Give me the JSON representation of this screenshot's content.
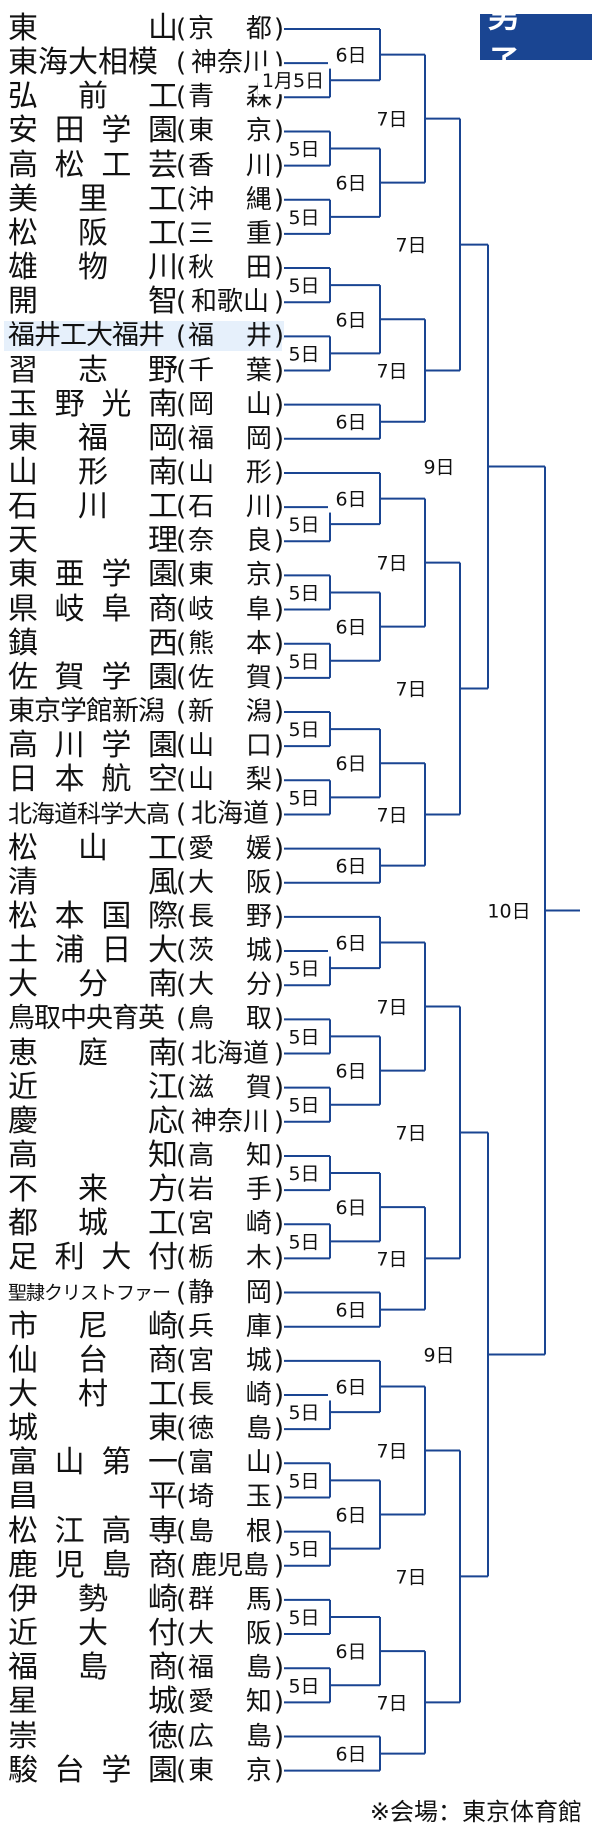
{
  "badge": "男 子",
  "footnote": "※会場：東京体育館",
  "colors": {
    "line": "#1a4592",
    "badge_bg": "#1a4592",
    "highlight": "#e6f0fb"
  },
  "teams": [
    {
      "name": [
        "東",
        "山"
      ],
      "pref": [
        "京",
        "都"
      ]
    },
    {
      "name": [
        "東海大相模"
      ],
      "pref": [
        "神奈川"
      ]
    },
    {
      "name": [
        "弘",
        "前",
        "工"
      ],
      "pref": [
        "青",
        "森"
      ]
    },
    {
      "name": [
        "安",
        "田",
        "学",
        "園"
      ],
      "pref": [
        "東",
        "京"
      ]
    },
    {
      "name": [
        "高",
        "松",
        "工",
        "芸"
      ],
      "pref": [
        "香",
        "川"
      ]
    },
    {
      "name": [
        "美",
        "里",
        "工"
      ],
      "pref": [
        "沖",
        "縄"
      ]
    },
    {
      "name": [
        "松",
        "阪",
        "工"
      ],
      "pref": [
        "三",
        "重"
      ]
    },
    {
      "name": [
        "雄",
        "物",
        "川"
      ],
      "pref": [
        "秋",
        "田"
      ]
    },
    {
      "name": [
        "開",
        "智"
      ],
      "pref": [
        "和歌山"
      ]
    },
    {
      "name": [
        "福井工大福井"
      ],
      "pref": [
        "福",
        "井"
      ],
      "highlight": true
    },
    {
      "name": [
        "習",
        "志",
        "野"
      ],
      "pref": [
        "千",
        "葉"
      ]
    },
    {
      "name": [
        "玉",
        "野",
        "光",
        "南"
      ],
      "pref": [
        "岡",
        "山"
      ]
    },
    {
      "name": [
        "東",
        "福",
        "岡"
      ],
      "pref": [
        "福",
        "岡"
      ]
    },
    {
      "name": [
        "山",
        "形",
        "南"
      ],
      "pref": [
        "山",
        "形"
      ]
    },
    {
      "name": [
        "石",
        "川",
        "工"
      ],
      "pref": [
        "石",
        "川"
      ]
    },
    {
      "name": [
        "天",
        "理"
      ],
      "pref": [
        "奈",
        "良"
      ]
    },
    {
      "name": [
        "東",
        "亜",
        "学",
        "園"
      ],
      "pref": [
        "東",
        "京"
      ]
    },
    {
      "name": [
        "県",
        "岐",
        "阜",
        "商"
      ],
      "pref": [
        "岐",
        "阜"
      ]
    },
    {
      "name": [
        "鎮",
        "西"
      ],
      "pref": [
        "熊",
        "本"
      ]
    },
    {
      "name": [
        "佐",
        "賀",
        "学",
        "園"
      ],
      "pref": [
        "佐",
        "賀"
      ]
    },
    {
      "name": [
        "東京学館新潟"
      ],
      "pref": [
        "新",
        "潟"
      ]
    },
    {
      "name": [
        "高",
        "川",
        "学",
        "園"
      ],
      "pref": [
        "山",
        "口"
      ]
    },
    {
      "name": [
        "日",
        "本",
        "航",
        "空"
      ],
      "pref": [
        "山",
        "梨"
      ]
    },
    {
      "name": [
        "北海道科学大高"
      ],
      "pref": [
        "北海道"
      ]
    },
    {
      "name": [
        "松",
        "山",
        "工"
      ],
      "pref": [
        "愛",
        "媛"
      ]
    },
    {
      "name": [
        "清",
        "風"
      ],
      "pref": [
        "大",
        "阪"
      ]
    },
    {
      "name": [
        "松",
        "本",
        "国",
        "際"
      ],
      "pref": [
        "長",
        "野"
      ]
    },
    {
      "name": [
        "土",
        "浦",
        "日",
        "大"
      ],
      "pref": [
        "茨",
        "城"
      ]
    },
    {
      "name": [
        "大",
        "分",
        "南"
      ],
      "pref": [
        "大",
        "分"
      ]
    },
    {
      "name": [
        "鳥取中央育英"
      ],
      "pref": [
        "鳥",
        "取"
      ]
    },
    {
      "name": [
        "恵",
        "庭",
        "南"
      ],
      "pref": [
        "北海道"
      ]
    },
    {
      "name": [
        "近",
        "江"
      ],
      "pref": [
        "滋",
        "賀"
      ]
    },
    {
      "name": [
        "慶",
        "応"
      ],
      "pref": [
        "神奈川"
      ]
    },
    {
      "name": [
        "高",
        "知"
      ],
      "pref": [
        "高",
        "知"
      ]
    },
    {
      "name": [
        "不",
        "来",
        "方"
      ],
      "pref": [
        "岩",
        "手"
      ]
    },
    {
      "name": [
        "都",
        "城",
        "工"
      ],
      "pref": [
        "宮",
        "崎"
      ]
    },
    {
      "name": [
        "足",
        "利",
        "大",
        "付"
      ],
      "pref": [
        "栃",
        "木"
      ]
    },
    {
      "name": [
        "聖隷クリストファー"
      ],
      "pref": [
        "静",
        "岡"
      ]
    },
    {
      "name": [
        "市",
        "尼",
        "崎"
      ],
      "pref": [
        "兵",
        "庫"
      ]
    },
    {
      "name": [
        "仙",
        "台",
        "商"
      ],
      "pref": [
        "宮",
        "城"
      ]
    },
    {
      "name": [
        "大",
        "村",
        "工"
      ],
      "pref": [
        "長",
        "崎"
      ]
    },
    {
      "name": [
        "城",
        "東"
      ],
      "pref": [
        "徳",
        "島"
      ]
    },
    {
      "name": [
        "富",
        "山",
        "第",
        "一"
      ],
      "pref": [
        "富",
        "山"
      ]
    },
    {
      "name": [
        "昌",
        "平"
      ],
      "pref": [
        "埼",
        "玉"
      ]
    },
    {
      "name": [
        "松",
        "江",
        "高",
        "専"
      ],
      "pref": [
        "島",
        "根"
      ]
    },
    {
      "name": [
        "鹿",
        "児",
        "島",
        "商"
      ],
      "pref": [
        "鹿児島"
      ]
    },
    {
      "name": [
        "伊",
        "勢",
        "崎"
      ],
      "pref": [
        "群",
        "馬"
      ]
    },
    {
      "name": [
        "近",
        "大",
        "付"
      ],
      "pref": [
        "大",
        "阪"
      ]
    },
    {
      "name": [
        "福",
        "島",
        "商"
      ],
      "pref": [
        "福",
        "島"
      ]
    },
    {
      "name": [
        "星",
        "城"
      ],
      "pref": [
        "愛",
        "知"
      ]
    },
    {
      "name": [
        "崇",
        "徳"
      ],
      "pref": [
        "広",
        "島"
      ]
    },
    {
      "name": [
        "駿",
        "台",
        "学",
        "園"
      ],
      "pref": [
        "東",
        "京"
      ]
    }
  ],
  "round_labels": {
    "r1": "1月5日",
    "r2": "5日",
    "r3": "6日",
    "r4": "7日",
    "r5": "7日",
    "r6": "9日",
    "final": "10日"
  }
}
